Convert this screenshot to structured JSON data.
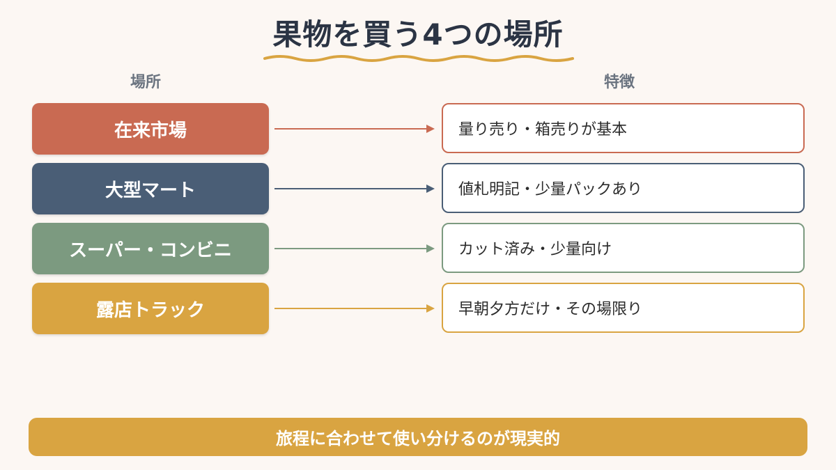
{
  "title": "果物を買う4つの場所",
  "headers": {
    "place": "場所",
    "feature": "特徴"
  },
  "rows": [
    {
      "place": "在来市場",
      "feature": "量り売り・箱売りが基本",
      "color": "#c96a52"
    },
    {
      "place": "大型マート",
      "feature": "値札明記・少量パックあり",
      "color": "#4a5e76"
    },
    {
      "place": "スーパー・コンビニ",
      "feature": "カット済み・少量向け",
      "color": "#7c9a80"
    },
    {
      "place": "露店トラック",
      "feature": "早朝夕方だけ・その場限り",
      "color": "#d9a441"
    }
  ],
  "footer": "旅程に合わせて使い分けるのが現実的",
  "colors": {
    "background": "#fcf7f3",
    "title": "#2b3444",
    "underline": "#d9a441"
  }
}
